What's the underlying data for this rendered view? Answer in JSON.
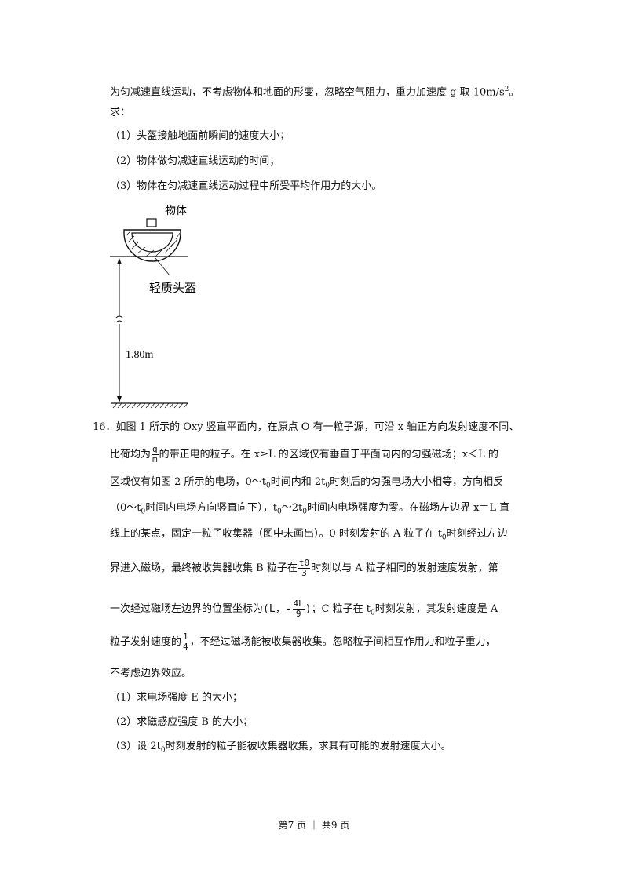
{
  "intro": {
    "line1_a": "为匀减速直线运动，不考虑物体和地面的形变，忽略空气阻力，重力加速度 g 取 10m/s",
    "line1_sup": "2",
    "line1_b": "。",
    "line2": "求：",
    "q1": "（1）头盔接触地面前瞬间的速度大小；",
    "q2": "（2）物体做匀减速直线运动的时间；",
    "q3": "（3）物体在匀减速直线运动过程中所受平均作用力的大小。"
  },
  "figure": {
    "object_label": "物体",
    "helmet_label": "轻质头盔",
    "height_label": "1.80m"
  },
  "p16": {
    "l1": "16．如图 1 所示的 Oxy 竖直平面内，在原点 O 有一粒子源，可沿 x 轴正方向发射速度不同、",
    "l2_a": "比荷均为",
    "frac_q": "q",
    "frac_m": "m",
    "l2_b": "的带正电的粒子。在 x≥L 的区域仅有垂直于平面向内的匀强磁场；x＜L 的",
    "l3_a": "区域仅有如图 2 所示的电场，0～t",
    "l3_sub1": "0",
    "l3_b": "时间内和 2t",
    "l3_sub2": "0",
    "l3_c": "时刻后的匀强电场大小相等，方向相反",
    "l4_a": "（0～t",
    "l4_sub1": "0",
    "l4_b": "时间内电场方向竖直向下），t",
    "l4_sub2": "0",
    "l4_c": "～2t",
    "l4_sub3": "0",
    "l4_d": "时间内电场强度为零。在磁场左边界 x＝L 直",
    "l5_a": "线上的某点，固定一粒子收集器（图中未画出）。0 时刻发射的 A 粒子在 t",
    "l5_sub": "0",
    "l5_b": "时刻经过左边",
    "l6_a": "界进入磁场，最终被收集器收集 B 粒子在",
    "frac_t0": "t0",
    "frac_3": "3",
    "l6_b": "时刻以与 A 粒子相同的发射速度发射，第",
    "l7_a": "一次经过磁场左边界的位置坐标为",
    "coord_a": "(L，-",
    "frac_4L": "4L",
    "frac_9": "9",
    "coord_b": ")",
    "l7_b": "；C 粒子在 t",
    "l7_sub": "0",
    "l7_c": "时刻发射，其发射速度是 A",
    "l8_a": "粒子发射速度的",
    "frac_1": "1",
    "frac_4": "4",
    "l8_b": "，不经过磁场能被收集器收集。忽略粒子间相互作用力和粒子重力，",
    "l9": "不考虑边界效应。",
    "q1": "（1）求电场强度 E 的大小；",
    "q2": "（2）求磁感应强度 B 的大小；",
    "q3_a": "（3）设 2t",
    "q3_sub": "0",
    "q3_b": "时刻发射的粒子能被收集器收集，求其有可能的发射速度大小。"
  },
  "footer": "第7 页 ｜ 共9 页"
}
